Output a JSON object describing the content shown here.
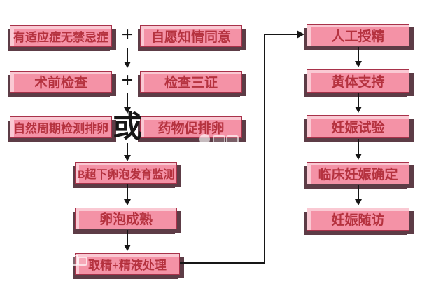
{
  "diagram": {
    "operators": {
      "plus_row1": "+",
      "plus_row2": "+",
      "or": "或"
    },
    "columns": {
      "left": [
        {
          "label": "有适应症无禁忌症"
        },
        {
          "label": "术前检查"
        },
        {
          "label": "自然周期检测排卵"
        }
      ],
      "second": [
        {
          "label": "自愿知情同意"
        },
        {
          "label": "检查三证"
        },
        {
          "label": "药物促排卵"
        }
      ],
      "center": [
        {
          "label": "B超下卵泡发育监测"
        },
        {
          "label": "卵泡成熟"
        },
        {
          "label": "取精+精液处理"
        }
      ],
      "right": [
        {
          "label": "人工授精"
        },
        {
          "label": "黄体支持"
        },
        {
          "label": "妊娠试验"
        },
        {
          "label": "临床妊娠确定"
        },
        {
          "label": "妊娠随访"
        }
      ]
    },
    "colors": {
      "background": "#ffffff",
      "box_face": "#f492a6",
      "box_highlight": "#fbd3dd",
      "box_extrude": "#5d3c46",
      "box_border": "#a8324a",
      "box_text": "#b5323f",
      "connector": "#161616"
    }
  }
}
